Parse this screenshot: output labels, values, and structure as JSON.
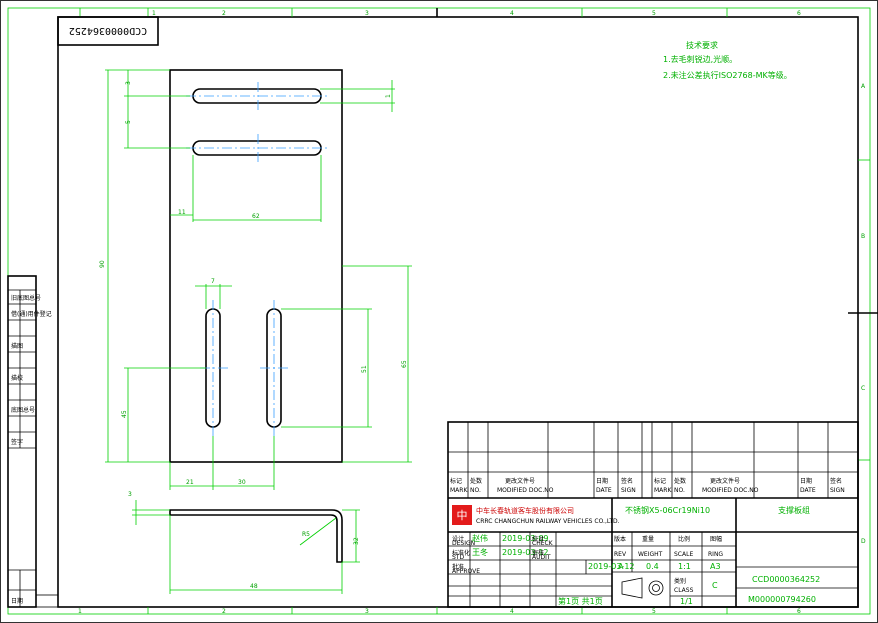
{
  "drawing": {
    "code_stamp": "CCD0000364252",
    "tech_req": {
      "title": "技术要求",
      "line1": "1.去毛刺锐边,光顺。",
      "line2": "2.未注公差执行ISO2768-MK等级。"
    },
    "grid_cols": [
      "1",
      "2",
      "3",
      "4",
      "5",
      "6"
    ],
    "grid_rows": [
      "A",
      "B",
      "C",
      "D"
    ],
    "dims": {
      "top_slot_h1": "3",
      "top_slot_h2": "5",
      "top_right_small": "1",
      "inner_small_1": "11",
      "slot_length": "62",
      "height_90": "90",
      "v_slot_w": "7",
      "dim_51": "51",
      "dim_65": "65",
      "dim_45": "45",
      "dim_21": "21",
      "dim_30": "30",
      "thickness": "3",
      "radius": "R5",
      "bend_height": "32",
      "total_width": "48"
    },
    "title_block": {
      "company_cn": "中车长春轨道客车股份有限公司",
      "company_en": "CRRC CHANGCHUN RAILWAY VEHICLES CO.,LTD.",
      "material": "不锈钢X5-06Cr19Ni10",
      "part_name": "支撑板组",
      "code": "CCD0000364252",
      "doc_no": "M000000794260",
      "mark_label": "标记",
      "mark_en": "MARK",
      "qty_label": "处数",
      "qty_en": "NO.",
      "modified_label": "更改文件号",
      "modified_en": "MODIFIED DOC.NO",
      "sign_label": "签名",
      "sign_en": "SIGN",
      "date_label": "日期",
      "date_en": "DATE",
      "rev_label": "版本",
      "rev_en": "REV",
      "weight_label": "重量",
      "weight_en": "WEIGHT",
      "scale_label": "比例",
      "scale_en": "SCALE",
      "ring_label": "图幅",
      "ring_en": "RING",
      "rev_val": "A",
      "weight_val": "0.4",
      "scale_val": "1:1",
      "ring_val": "A3",
      "design_label": "设计",
      "design_en": "DESIGN",
      "check_label": "校对",
      "check_en": "CHECK",
      "std_label": "标准化",
      "std_en": "STD",
      "audit_label": "审核",
      "audit_en": "AUDIT",
      "approve_label": "批准",
      "approve_en": "APPROVE",
      "person_1": "赵伟",
      "person_2": "王冬",
      "date_1": "2019-03-09",
      "date_2": "2019-03-12",
      "date_3": "2019-03-12",
      "page_label": "第1页 共1页",
      "class_label": "类别",
      "class_en": "CLASS",
      "class_val": "C",
      "sheet_val": "1/1"
    },
    "side_labels": [
      "旧底图总号",
      "借(通)用件登记",
      "描图",
      "描校",
      "底图总号",
      "签字",
      "日期"
    ]
  }
}
